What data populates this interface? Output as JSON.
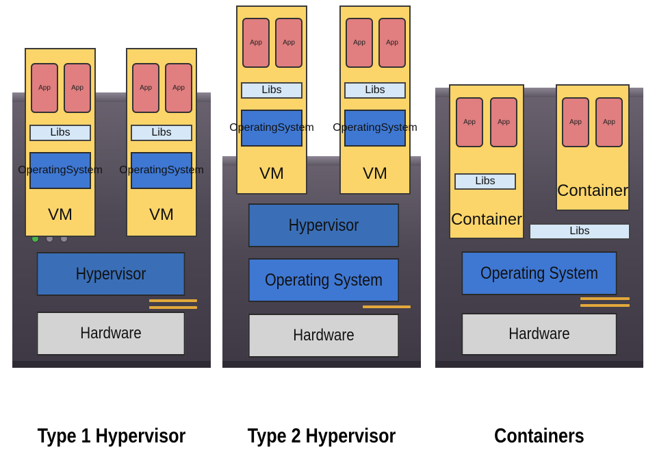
{
  "columns": [
    {
      "caption": "Type 1 Hypervisor",
      "vms": [
        {
          "apps": [
            "App",
            "App"
          ],
          "libs": "Libs",
          "os": [
            "Operating",
            "System"
          ],
          "label": "VM"
        },
        {
          "apps": [
            "App",
            "App"
          ],
          "libs": "Libs",
          "os": [
            "Operating",
            "System"
          ],
          "label": "VM"
        }
      ],
      "layers": [
        "Hypervisor",
        "Hardware"
      ]
    },
    {
      "caption": "Type 2 Hypervisor",
      "vms": [
        {
          "apps": [
            "App",
            "App"
          ],
          "libs": "Libs",
          "os": [
            "Operating",
            "System"
          ],
          "label": "VM"
        },
        {
          "apps": [
            "App",
            "App"
          ],
          "libs": "Libs",
          "os": [
            "Operating",
            "System"
          ],
          "label": "VM"
        }
      ],
      "layers": [
        "Hypervisor",
        "Operating System",
        "Hardware"
      ]
    },
    {
      "caption": "Containers",
      "containers": [
        {
          "apps": [
            "App",
            "App"
          ],
          "libs": "Libs",
          "label": "Container"
        },
        {
          "apps": [
            "App",
            "App"
          ],
          "label": "Container"
        }
      ],
      "shared_libs": "Libs",
      "layers": [
        "Operating System",
        "Hardware"
      ]
    }
  ],
  "colors": {
    "app": "#e07e80",
    "vm": "#fcd56a",
    "libs": "#d6e7f7",
    "os_blue": "#3f78d3",
    "hardware": "#d3d3d3",
    "server": "#4e4855"
  }
}
